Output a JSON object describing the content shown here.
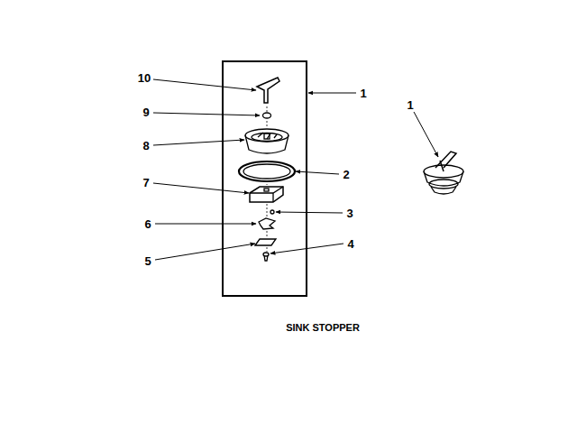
{
  "diagram": {
    "caption": "SINK STOPPER",
    "labels": [
      "10",
      "9",
      "8",
      "7",
      "6",
      "5",
      "1",
      "2",
      "3",
      "4",
      "1"
    ]
  }
}
